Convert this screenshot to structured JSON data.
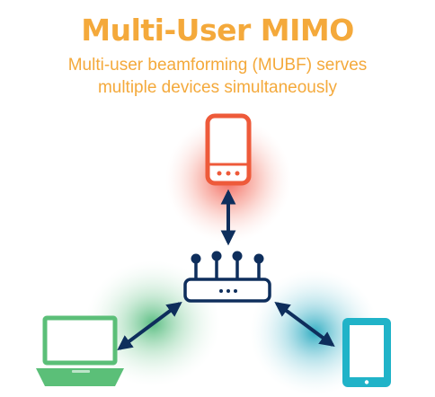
{
  "title": "Multi-User MIMO",
  "subtitle": {
    "line1": "Multi-user beamforming (MUBF) serves",
    "line2": "multiple devices simultaneously"
  },
  "colors": {
    "title": "#F4A93B",
    "phone": "#EE5A3A",
    "laptop": "#5BBF78",
    "tablet": "#20B3C8",
    "router": "#0E2E5C",
    "arrow": "#0E2E5C"
  },
  "icons": [
    "smartphone-icon",
    "wireless-router-icon",
    "laptop-icon",
    "tablet-icon"
  ]
}
